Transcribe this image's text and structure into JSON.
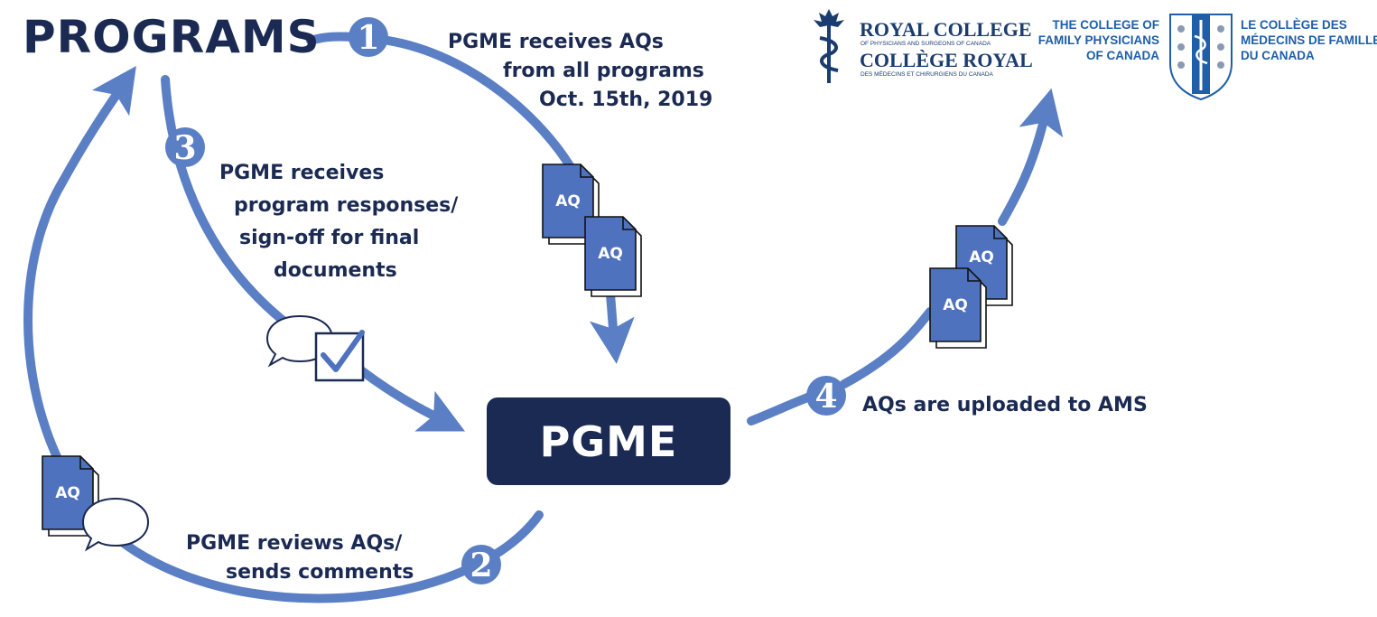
{
  "colors": {
    "arrow": "#5b7fc4",
    "navy": "#1b2a52",
    "doc": "#4f72bf",
    "logo_navy": "#1a3c6e",
    "logo_blue": "#1f5ea8"
  },
  "nodes": {
    "programs": "PROGRAMS",
    "pgme": "PGME"
  },
  "steps": [
    {
      "number": "1",
      "lines": [
        "PGME receives AQs",
        "from all programs",
        "Oct. 15th, 2019"
      ]
    },
    {
      "number": "2",
      "lines": [
        "PGME reviews AQs/",
        "sends comments"
      ]
    },
    {
      "number": "3",
      "lines": [
        "PGME receives",
        "program responses/",
        "sign-off for final",
        "documents"
      ]
    },
    {
      "number": "4",
      "lines": [
        "AQs are uploaded to AMS"
      ]
    }
  ],
  "document_label": "AQ",
  "icons": [
    "document-icon",
    "speech-bubble-icon",
    "checkbox-icon",
    "maple-leaf-icon",
    "caduceus-icon",
    "shield-crest-icon"
  ],
  "logos": {
    "royal_college": {
      "line1": "ROYAL COLLEGE",
      "line2": "OF PHYSICIANS AND SURGEONS OF CANADA",
      "line3": "COLLÈGE ROYAL",
      "line4": "DES MÉDECINS ET CHIRURGIENS DU CANADA"
    },
    "cfpc": {
      "en": [
        "THE COLLEGE OF",
        "FAMILY PHYSICIANS",
        "OF CANADA"
      ],
      "fr": [
        "LE COLLÈGE DES",
        "MÉDECINS DE FAMILLE",
        "DU CANADA"
      ]
    }
  }
}
